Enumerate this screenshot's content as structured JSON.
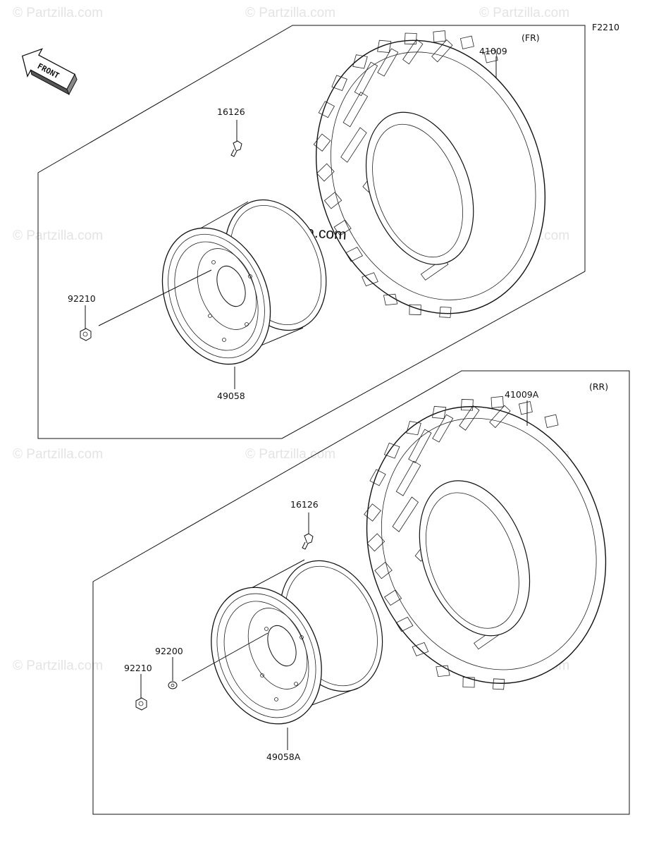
{
  "diagram_code": "F2210",
  "watermark_text": "© Partzilla.com",
  "center_watermark": "© Partzilla.com",
  "front_arrow_label": "FRONT",
  "front_assembly": {
    "position_label": "(FR)",
    "tire_part": "41009",
    "valve_part": "16126",
    "nut_part": "92210",
    "wheel_part": "49058"
  },
  "rear_assembly": {
    "position_label": "(RR)",
    "tire_part": "41009A",
    "valve_part": "16126",
    "washer_part": "92200",
    "nut_part": "92210",
    "wheel_part": "49058A"
  },
  "colors": {
    "line": "#111111",
    "watermark": "#e4e4e4",
    "background": "#ffffff"
  }
}
